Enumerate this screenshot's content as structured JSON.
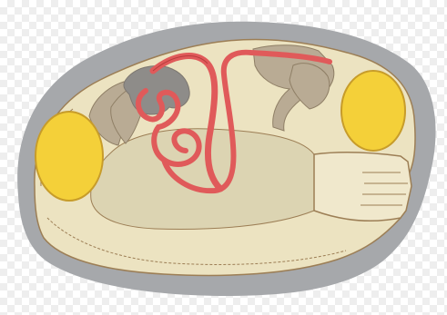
{
  "colors": {
    "shell": "#a6a8ab",
    "body": "#ece3c1",
    "body_outline": "#9c7e55",
    "visceral_mass": "#dcd4b2",
    "gill": "#b9ab94",
    "gill_outline": "#8f7f66",
    "gut_outline": "#7d7770",
    "stomach": "#8e8c89",
    "intestine": "#e05a5a",
    "intestine_outline": "#b83c3c",
    "adductor_muscle": "#f4d039",
    "adductor_outline": "#c79c2a",
    "siphon": "#f0e8cc"
  },
  "parts": [
    {
      "name": "shell",
      "icon": "shell-outline"
    },
    {
      "name": "mantle-body",
      "icon": "body-fill"
    },
    {
      "name": "anterior-adductor-muscle",
      "icon": "yellow-oval"
    },
    {
      "name": "posterior-adductor-muscle",
      "icon": "yellow-oval"
    },
    {
      "name": "intestine",
      "icon": "red-tube"
    },
    {
      "name": "stomach",
      "icon": "grey-blob"
    },
    {
      "name": "gills",
      "icon": "brown-lobes"
    },
    {
      "name": "foot",
      "icon": "beige-mass"
    },
    {
      "name": "siphons",
      "icon": "ridged-tube"
    }
  ]
}
